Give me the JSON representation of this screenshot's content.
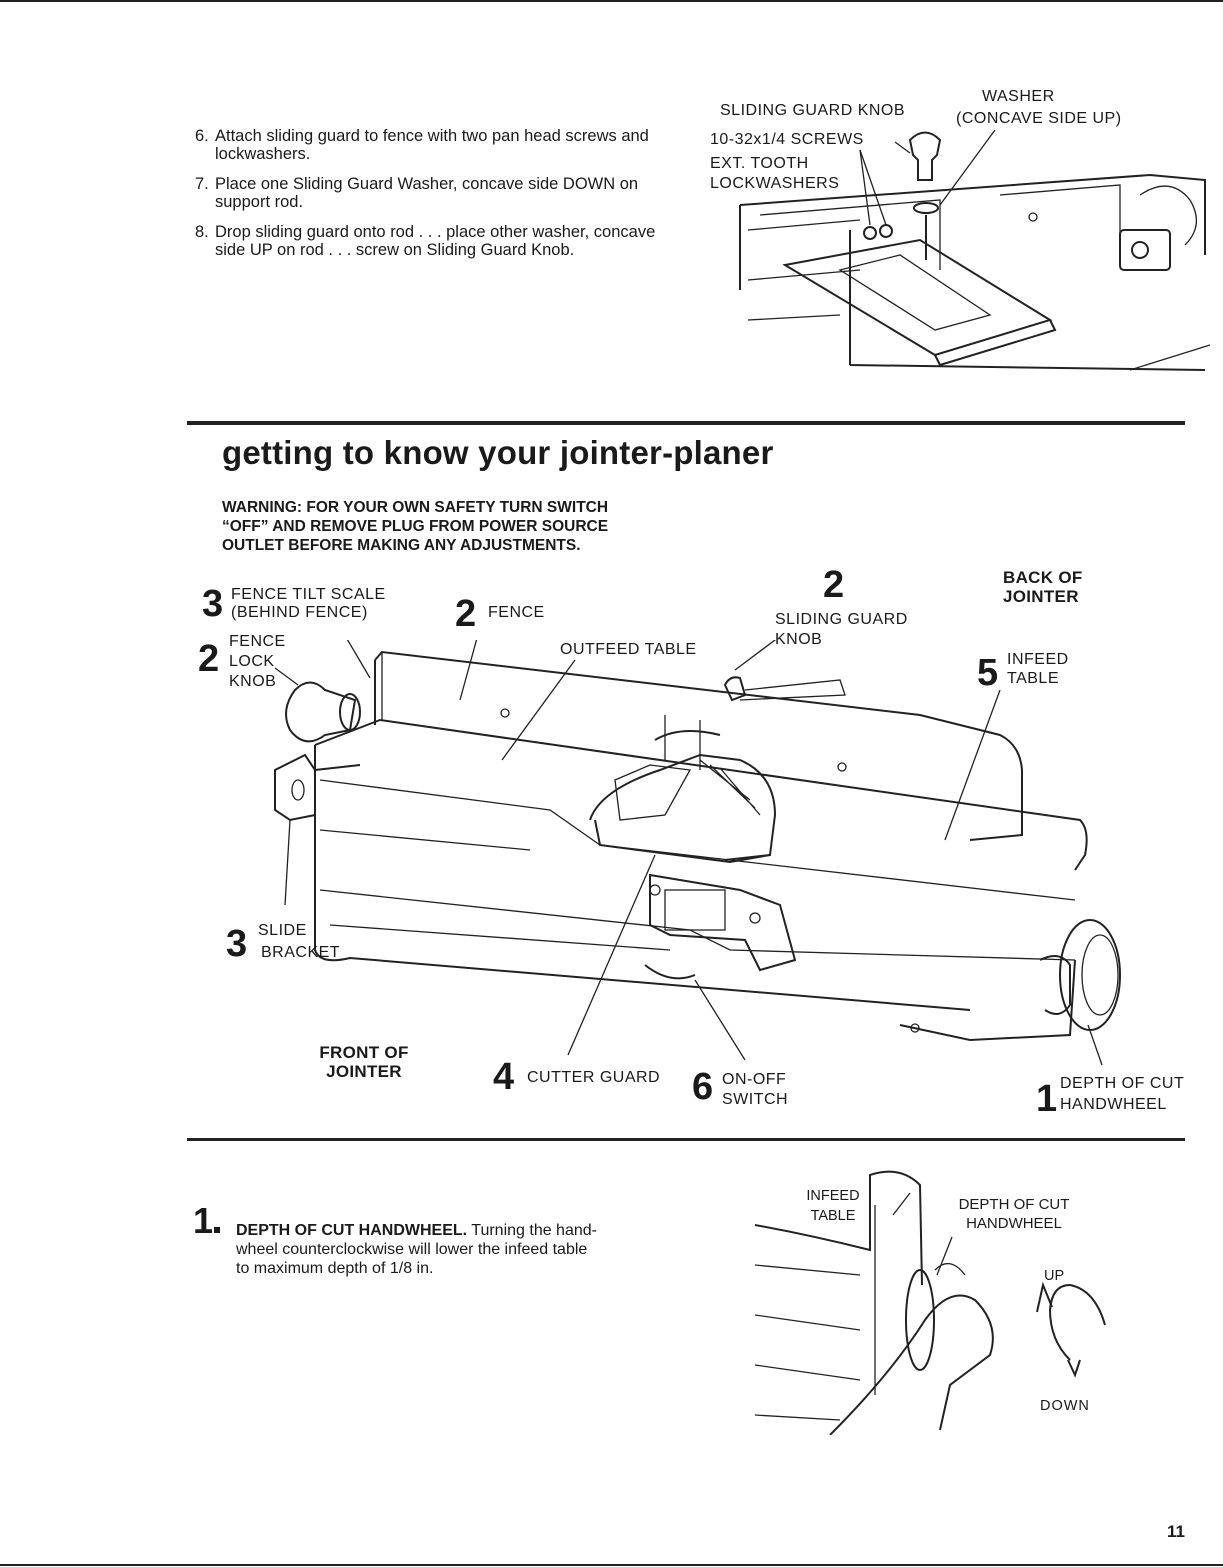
{
  "top_steps": [
    {
      "num": "6.",
      "text": "Attach sliding guard to fence with two pan head screws and lockwashers."
    },
    {
      "num": "7.",
      "text": "Place one Sliding Guard Washer, concave side DOWN on support rod."
    },
    {
      "num": "8.",
      "text": "Drop sliding guard onto rod . . . place other washer, concave side UP on rod . . . screw on Sliding Guard Knob."
    }
  ],
  "top_figure": {
    "knob_label": "SLIDING GUARD KNOB",
    "washer_line1": "WASHER",
    "washer_line2": "(CONCAVE SIDE UP)",
    "screws_label": "10-32x1/4 SCREWS",
    "lockwasher_line1": "EXT. TOOTH",
    "lockwasher_line2": "LOCKWASHERS"
  },
  "section": {
    "title": "getting to know your jointer-planer",
    "warning": [
      "WARNING: FOR YOUR OWN SAFETY TURN SWITCH",
      "“OFF” AND REMOVE PLUG FROM POWER SOURCE",
      "OUTLET BEFORE MAKING ANY ADJUSTMENTS."
    ]
  },
  "main_figure": {
    "fence_tilt": {
      "num": "3",
      "line1": "FENCE TILT SCALE",
      "line2": "(BEHIND FENCE)"
    },
    "fence": {
      "num": "2",
      "label": "FENCE"
    },
    "fence_lock": {
      "num": "2",
      "line1": "FENCE",
      "line2": "LOCK",
      "line3": "KNOB"
    },
    "outfeed": {
      "label": "OUTFEED TABLE"
    },
    "sliding_guard": {
      "num": "2",
      "line1": "SLIDING GUARD",
      "line2": "KNOB"
    },
    "back": {
      "line1": "BACK OF",
      "line2": "JOINTER"
    },
    "infeed": {
      "num": "5",
      "line1": "INFEED",
      "line2": "TABLE"
    },
    "slide_bracket": {
      "num": "3",
      "line1": "SLIDE",
      "line2": "BRACKET"
    },
    "front": {
      "line1": "FRONT OF",
      "line2": "JOINTER"
    },
    "cutter_guard": {
      "num": "4",
      "label": "CUTTER GUARD"
    },
    "switch": {
      "num": "6",
      "line1": "ON-OFF",
      "line2": "SWITCH"
    },
    "depth": {
      "num": "1",
      "line1": "DEPTH OF CUT",
      "line2": "HANDWHEEL"
    }
  },
  "bottom_item": {
    "num": "1",
    "bold": "DEPTH OF CUT HANDWHEEL.",
    "line1": "Turning the hand-",
    "line2": "wheel counterclockwise will lower the infeed table",
    "line3": "to maximum depth of 1/8 in."
  },
  "bottom_figure": {
    "infeed_line1": "INFEED",
    "infeed_line2": "TABLE",
    "depth_line1": "DEPTH OF CUT",
    "depth_line2": "HANDWHEEL",
    "up": "UP",
    "down": "DOWN"
  },
  "page_number": "11"
}
